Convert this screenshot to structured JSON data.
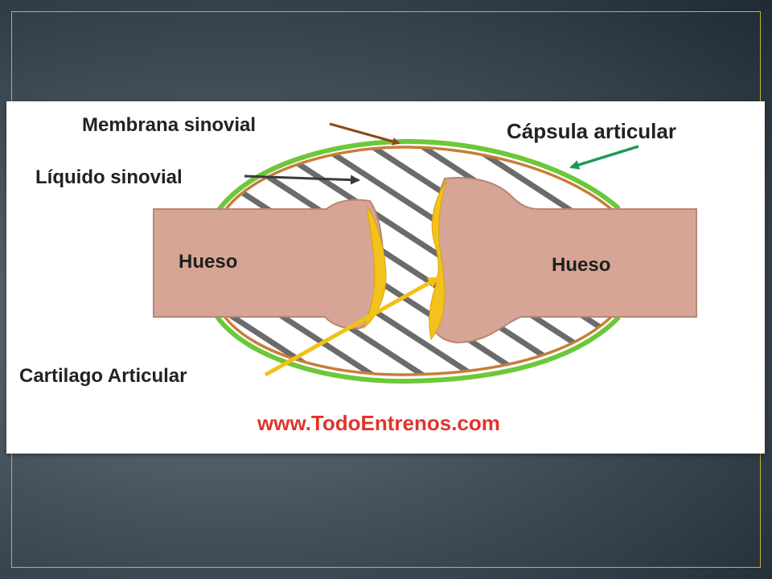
{
  "labels": {
    "membrana": "Membrana sinovial",
    "liquido": "Líquido sinovial",
    "capsula": "Cápsula articular",
    "hueso_left": "Hueso",
    "hueso_right": "Hueso",
    "cartilago": "Cartilago Articular"
  },
  "watermark": "www.TodoEntrenos.com",
  "colors": {
    "capsule_green": "#6cc83a",
    "membrane_orange": "#c87d3a",
    "bone": "#d7a595",
    "cartilage": "#f3c21d",
    "hatch": "#6b6b6b",
    "arrow_brown": "#8b4a14",
    "arrow_gray": "#3b3b3b",
    "arrow_green": "#1a9a55",
    "arrow_yellow": "#f2c114"
  }
}
